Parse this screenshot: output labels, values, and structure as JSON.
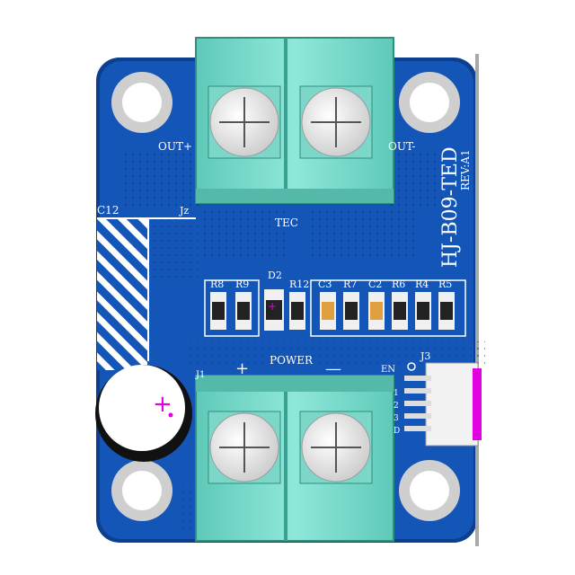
{
  "board": {
    "name": "HJ-B09-TED",
    "revision": "REV:A1",
    "colors": {
      "pcb": "#1456b8",
      "pcb_dark": "#0d3f8f",
      "silkscreen": "#ffffff",
      "terminal": "#7ee0d0",
      "screw": "#f2f2f2",
      "mark": "#e000e0"
    }
  },
  "labels": {
    "out_plus": "OUT+",
    "out_minus": "OUT-",
    "tec": "TEC",
    "c12": "C12",
    "jz": "Jz",
    "d2": "D2",
    "power": "POWER",
    "j1": "J1",
    "plus": "+",
    "minus": "—",
    "en": "EN",
    "j3": "J3",
    "pin1": "1",
    "pin2": "2",
    "pin3": "3",
    "pin4": "D"
  },
  "components": [
    "R8",
    "R9",
    "R12",
    "C3",
    "R7",
    "C2",
    "R6",
    "R4",
    "R5"
  ]
}
